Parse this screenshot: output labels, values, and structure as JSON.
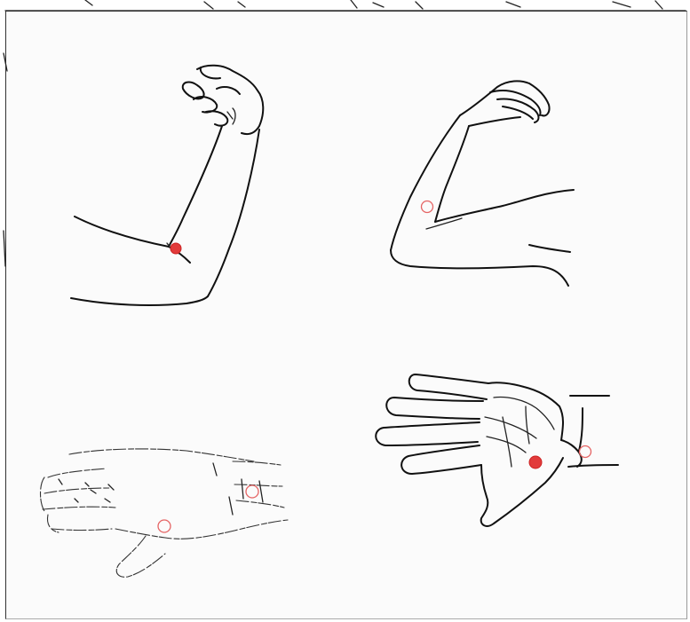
{
  "colors": {
    "point_red": "#e23b3b",
    "outline": "#111111",
    "background": "#fbfbfb"
  },
  "figures": [
    {
      "view": "bent-arm-flexed",
      "marker": "filled"
    },
    {
      "view": "arm-from-behind",
      "marker": "open"
    },
    {
      "view": "hand-dorsal",
      "markers": [
        "open",
        "open"
      ]
    },
    {
      "view": "hand-palmar",
      "markers": [
        "filled",
        "open"
      ]
    }
  ]
}
